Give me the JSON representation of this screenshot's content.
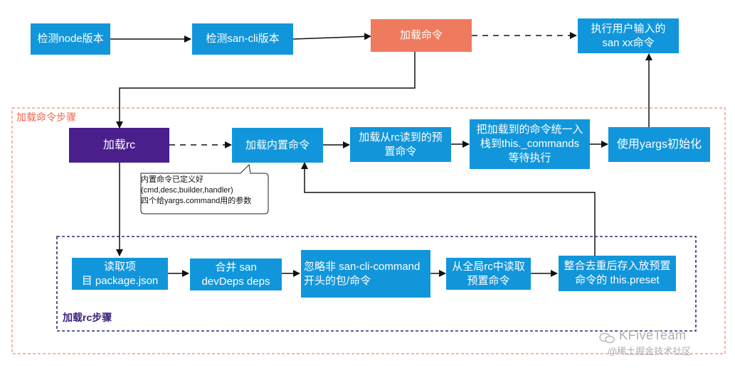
{
  "top_row": {
    "check_node": "检测node版本",
    "check_cli": "检测san-cli版本",
    "load_commands": "加载命令",
    "execute_user_cmd": "执行用户输入的\nsan xx命令"
  },
  "load_steps": {
    "label": "加载命令步骤",
    "load_rc": "加载rc",
    "load_builtin": "加载内置命令",
    "load_rc_preset": "加载从rc读到的预\n置命令",
    "push_commands": "把加载到的命令统一入\n栈到this._commands\n等待执行",
    "init_yargs": "使用yargs初始化"
  },
  "note": {
    "text": "内置命令已定义好\n(cmd,desc,builder,handler)\n 四个给yargs.command用的参数"
  },
  "rc_steps": {
    "label": "加载rc步骤",
    "read_package": "读取项\n目 package.json",
    "merge_deps": "合并 san\ndevDeps deps",
    "ignore_non_cli": "忽略非 san-cli-command\n开头的包/命令",
    "read_global_rc": "从全局rc中读取\n预置命令",
    "dedupe_preset": "整合去重后存入放预置\n命令的 this.preset"
  },
  "watermark": {
    "brand": "KFiveTeam",
    "sub": "@稀土掘金技术社区"
  },
  "colors": {
    "blue": "#1296db",
    "orange": "#ef7b5e",
    "purple": "#4a1f8c",
    "outer_border": "#ee8a6e",
    "inner_border": "#2b2b7a",
    "line": "#111111"
  }
}
